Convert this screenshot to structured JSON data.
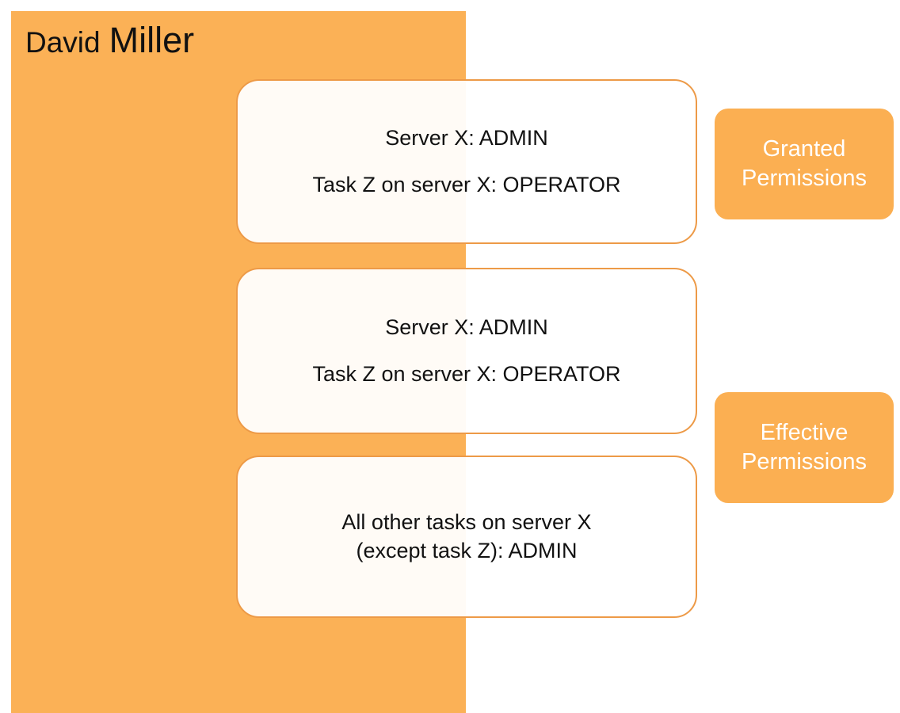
{
  "diagram": {
    "type": "permissions-scope-diagram",
    "subject": {
      "given_name": "David",
      "family_name": "Miller"
    },
    "colors": {
      "scope_band": "#FBB156",
      "card_border": "#ED9A47",
      "card_fill": "#FFFFFF",
      "legend_chip": "#FBAF52",
      "legend_text": "#FFFFFF",
      "body_text": "#111111"
    },
    "cards": [
      {
        "id": "granted",
        "lines": [
          "Server X: ADMIN",
          "Task Z on server X: OPERATOR"
        ]
      },
      {
        "id": "effective",
        "lines": [
          "Server X: ADMIN",
          "Task Z on server X: OPERATOR"
        ]
      },
      {
        "id": "remainder",
        "lines": [
          "All other tasks on server X",
          "(except task Z): ADMIN"
        ]
      }
    ],
    "legend": [
      {
        "id": "granted",
        "line1": "Granted",
        "line2": "Permissions"
      },
      {
        "id": "effective",
        "line1": "Effective",
        "line2": "Permissions"
      }
    ]
  }
}
